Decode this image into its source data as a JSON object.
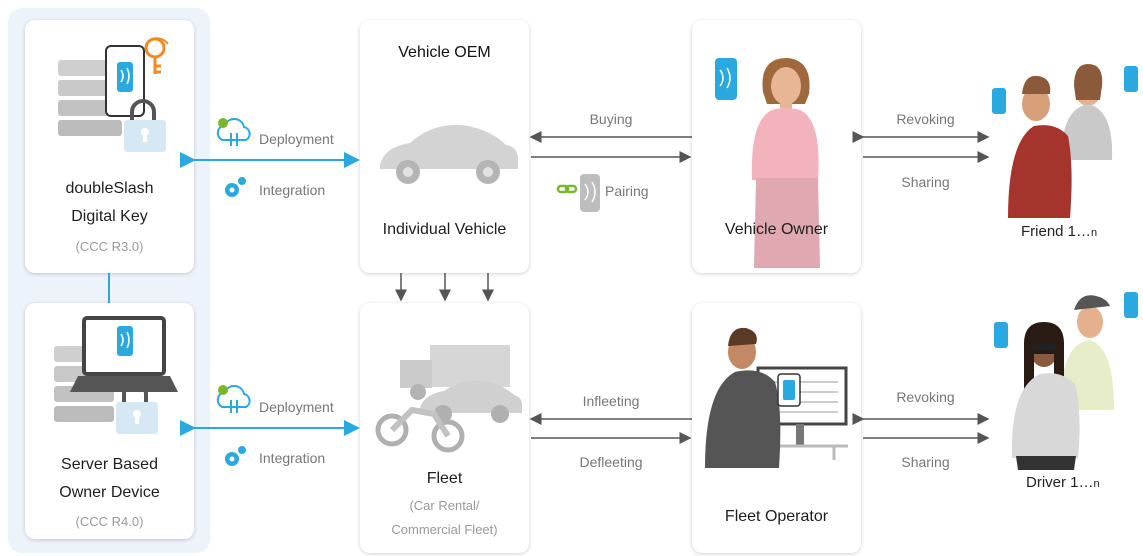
{
  "left": {
    "digital_key": {
      "line1": "doubleSlash",
      "line2": "Digital Key",
      "version": "(CCC R3.0)"
    },
    "owner_device": {
      "line1": "Server Based",
      "line2": "Owner Device",
      "version": "(CCC R4.0)"
    }
  },
  "links": {
    "top": {
      "deployment": "Deployment",
      "integration": "Integration"
    },
    "bottom": {
      "deployment": "Deployment",
      "integration": "Integration"
    }
  },
  "vehicle": {
    "oem": "Vehicle OEM",
    "name": "Individual Vehicle"
  },
  "fleet": {
    "name": "Fleet",
    "sub1": "(Car Rental/",
    "sub2": "Commercial Fleet)"
  },
  "owner": {
    "name": "Vehicle Owner"
  },
  "operator": {
    "name": "Fleet Operator"
  },
  "flows": {
    "buying": "Buying",
    "pairing": "Pairing",
    "inflеeting": "Infleeting",
    "defleeting": "Defleeting",
    "revoking_top": "Revoking",
    "sharing_top": "Sharing",
    "revoking_bottom": "Revoking",
    "sharing_bottom": "Sharing"
  },
  "friend": {
    "label": "Friend 1…",
    "suffix": "n"
  },
  "driver": {
    "label": "Driver 1…",
    "suffix": "n"
  },
  "colors": {
    "accent": "#2aa8e0",
    "panel": "#edf3fa",
    "arrow": "#555555",
    "orange": "#f08a24",
    "green": "#7ab829"
  }
}
